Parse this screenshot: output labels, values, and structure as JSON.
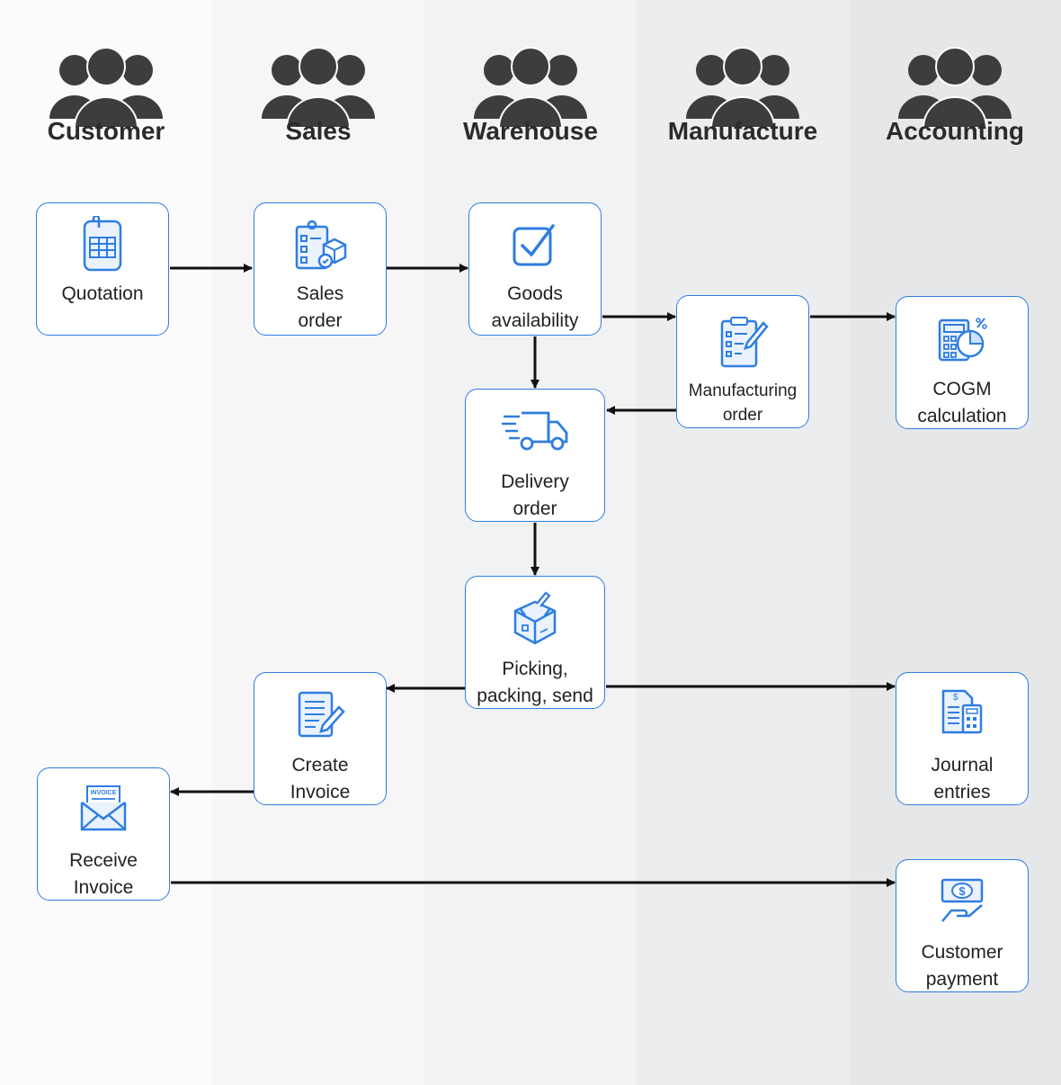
{
  "lanes": [
    {
      "title": "Customer"
    },
    {
      "title": "Sales"
    },
    {
      "title": "Warehouse"
    },
    {
      "title": "Manufacture"
    },
    {
      "title": "Accounting"
    }
  ],
  "nodes": {
    "quotation": {
      "line1": "Quotation",
      "line2": "",
      "icon": "document-spreadsheet-icon"
    },
    "sales_order": {
      "line1": "Sales",
      "line2": "order",
      "icon": "checklist-box-icon"
    },
    "goods_availability": {
      "line1": "Goods",
      "line2": "availability",
      "icon": "checkbox-icon"
    },
    "manufacturing_order": {
      "line1": "Manufacturing",
      "line2": "order",
      "icon": "clipboard-pen-icon"
    },
    "cogm_calculation": {
      "line1": "COGM",
      "line2": "calculation",
      "icon": "calculator-chart-icon"
    },
    "delivery_order": {
      "line1": "Delivery",
      "line2": "order",
      "icon": "delivery-truck-icon"
    },
    "picking_packing_send": {
      "line1": "Picking,",
      "line2": "packing, send",
      "icon": "package-box-icon"
    },
    "create_invoice": {
      "line1": "Create",
      "line2": "Invoice",
      "icon": "document-pen-icon"
    },
    "journal_entries": {
      "line1": "Journal",
      "line2": "entries",
      "icon": "invoice-calculator-icon"
    },
    "receive_invoice": {
      "line1": "Receive",
      "line2": "Invoice",
      "icon": "invoice-envelope-icon",
      "badge": "INVOICE"
    },
    "customer_payment": {
      "line1": "Customer",
      "line2": "payment",
      "icon": "cash-hand-icon",
      "badge": "$"
    }
  },
  "colors": {
    "accent": "#2f7de1",
    "arrow": "#111111",
    "people": "#3d3d3d"
  }
}
